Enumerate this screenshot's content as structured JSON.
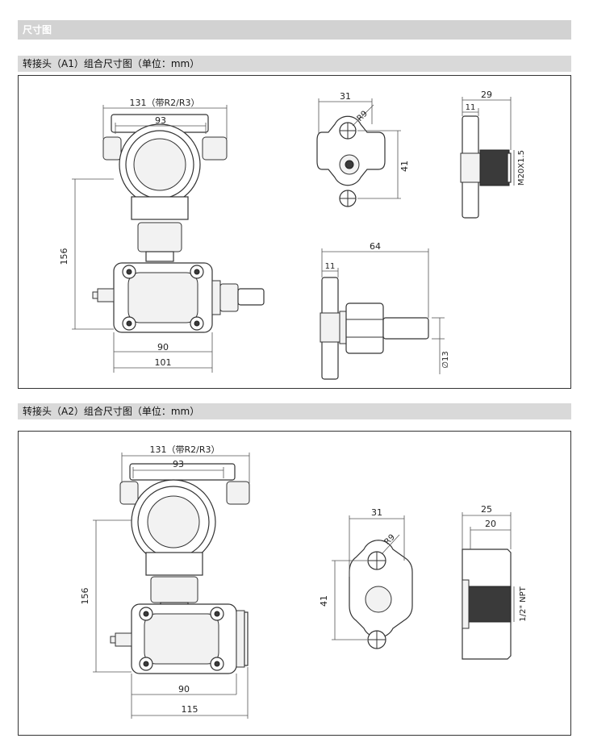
{
  "header": {
    "title": "尺寸图"
  },
  "section_a1": {
    "title": "转接头（A1）组合尺寸图（单位：mm）",
    "dims": {
      "top_overall": "131（带R2/R3）",
      "top_inner": "93",
      "height": "156",
      "bottom_inner": "90",
      "bottom_overall": "101"
    },
    "flange_front": {
      "width": "31",
      "radius": "R9",
      "height": "41"
    },
    "flange_side": {
      "overall": "29",
      "thick": "11",
      "thread": "M20X1.5"
    },
    "fitting_side": {
      "overall": "64",
      "thick": "11",
      "diameter": "∅13"
    }
  },
  "section_a2": {
    "title": "转接头（A2）组合尺寸图（单位：mm）",
    "dims": {
      "top_overall": "131（带R2/R3）",
      "top_inner": "93",
      "height": "156",
      "bottom_inner": "90",
      "bottom_overall": "115"
    },
    "flange_front": {
      "width": "31",
      "radius": "R9",
      "height": "41"
    },
    "flange_side": {
      "overall": "25",
      "inner": "20",
      "thread": "1/2\" NPT"
    }
  }
}
